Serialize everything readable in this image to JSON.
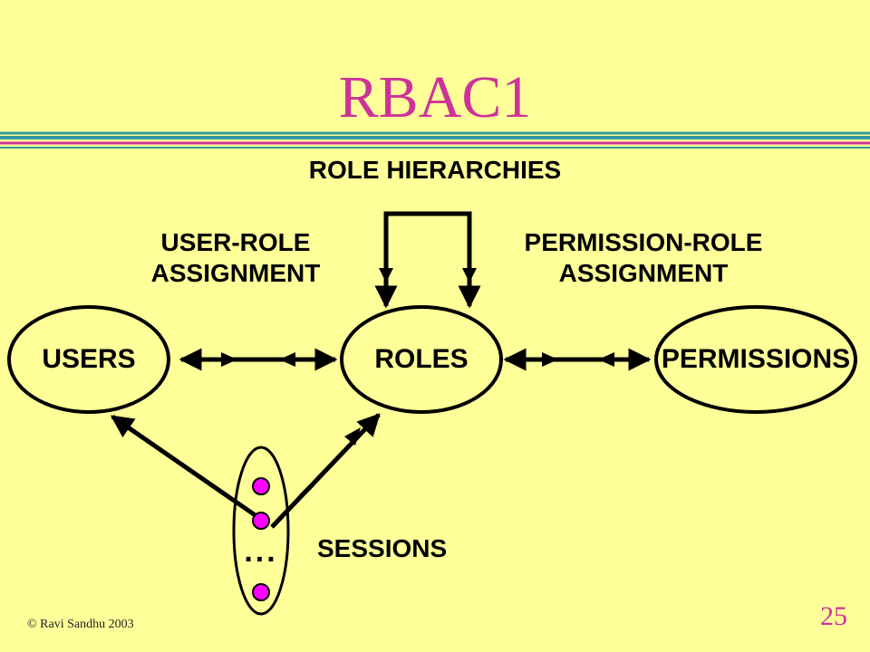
{
  "title": "RBAC1",
  "labels": {
    "role_hierarchies": "ROLE HIERARCHIES",
    "user_role_line1": "USER-ROLE",
    "user_role_line2": "ASSIGNMENT",
    "perm_role_line1": "PERMISSION-ROLE",
    "perm_role_line2": "ASSIGNMENT",
    "users": "USERS",
    "roles": "ROLES",
    "permissions": "PERMISSIONS",
    "sessions": "SESSIONS",
    "ellipsis": "..."
  },
  "footer": {
    "copyright": "© Ravi Sandhu 2003",
    "page_number": "25"
  },
  "colors": {
    "background": "#ffff99",
    "title": "#cc3399",
    "rule_teal": "#339999",
    "rule_magenta": "#cc3399",
    "dot": "#ff00ff"
  }
}
